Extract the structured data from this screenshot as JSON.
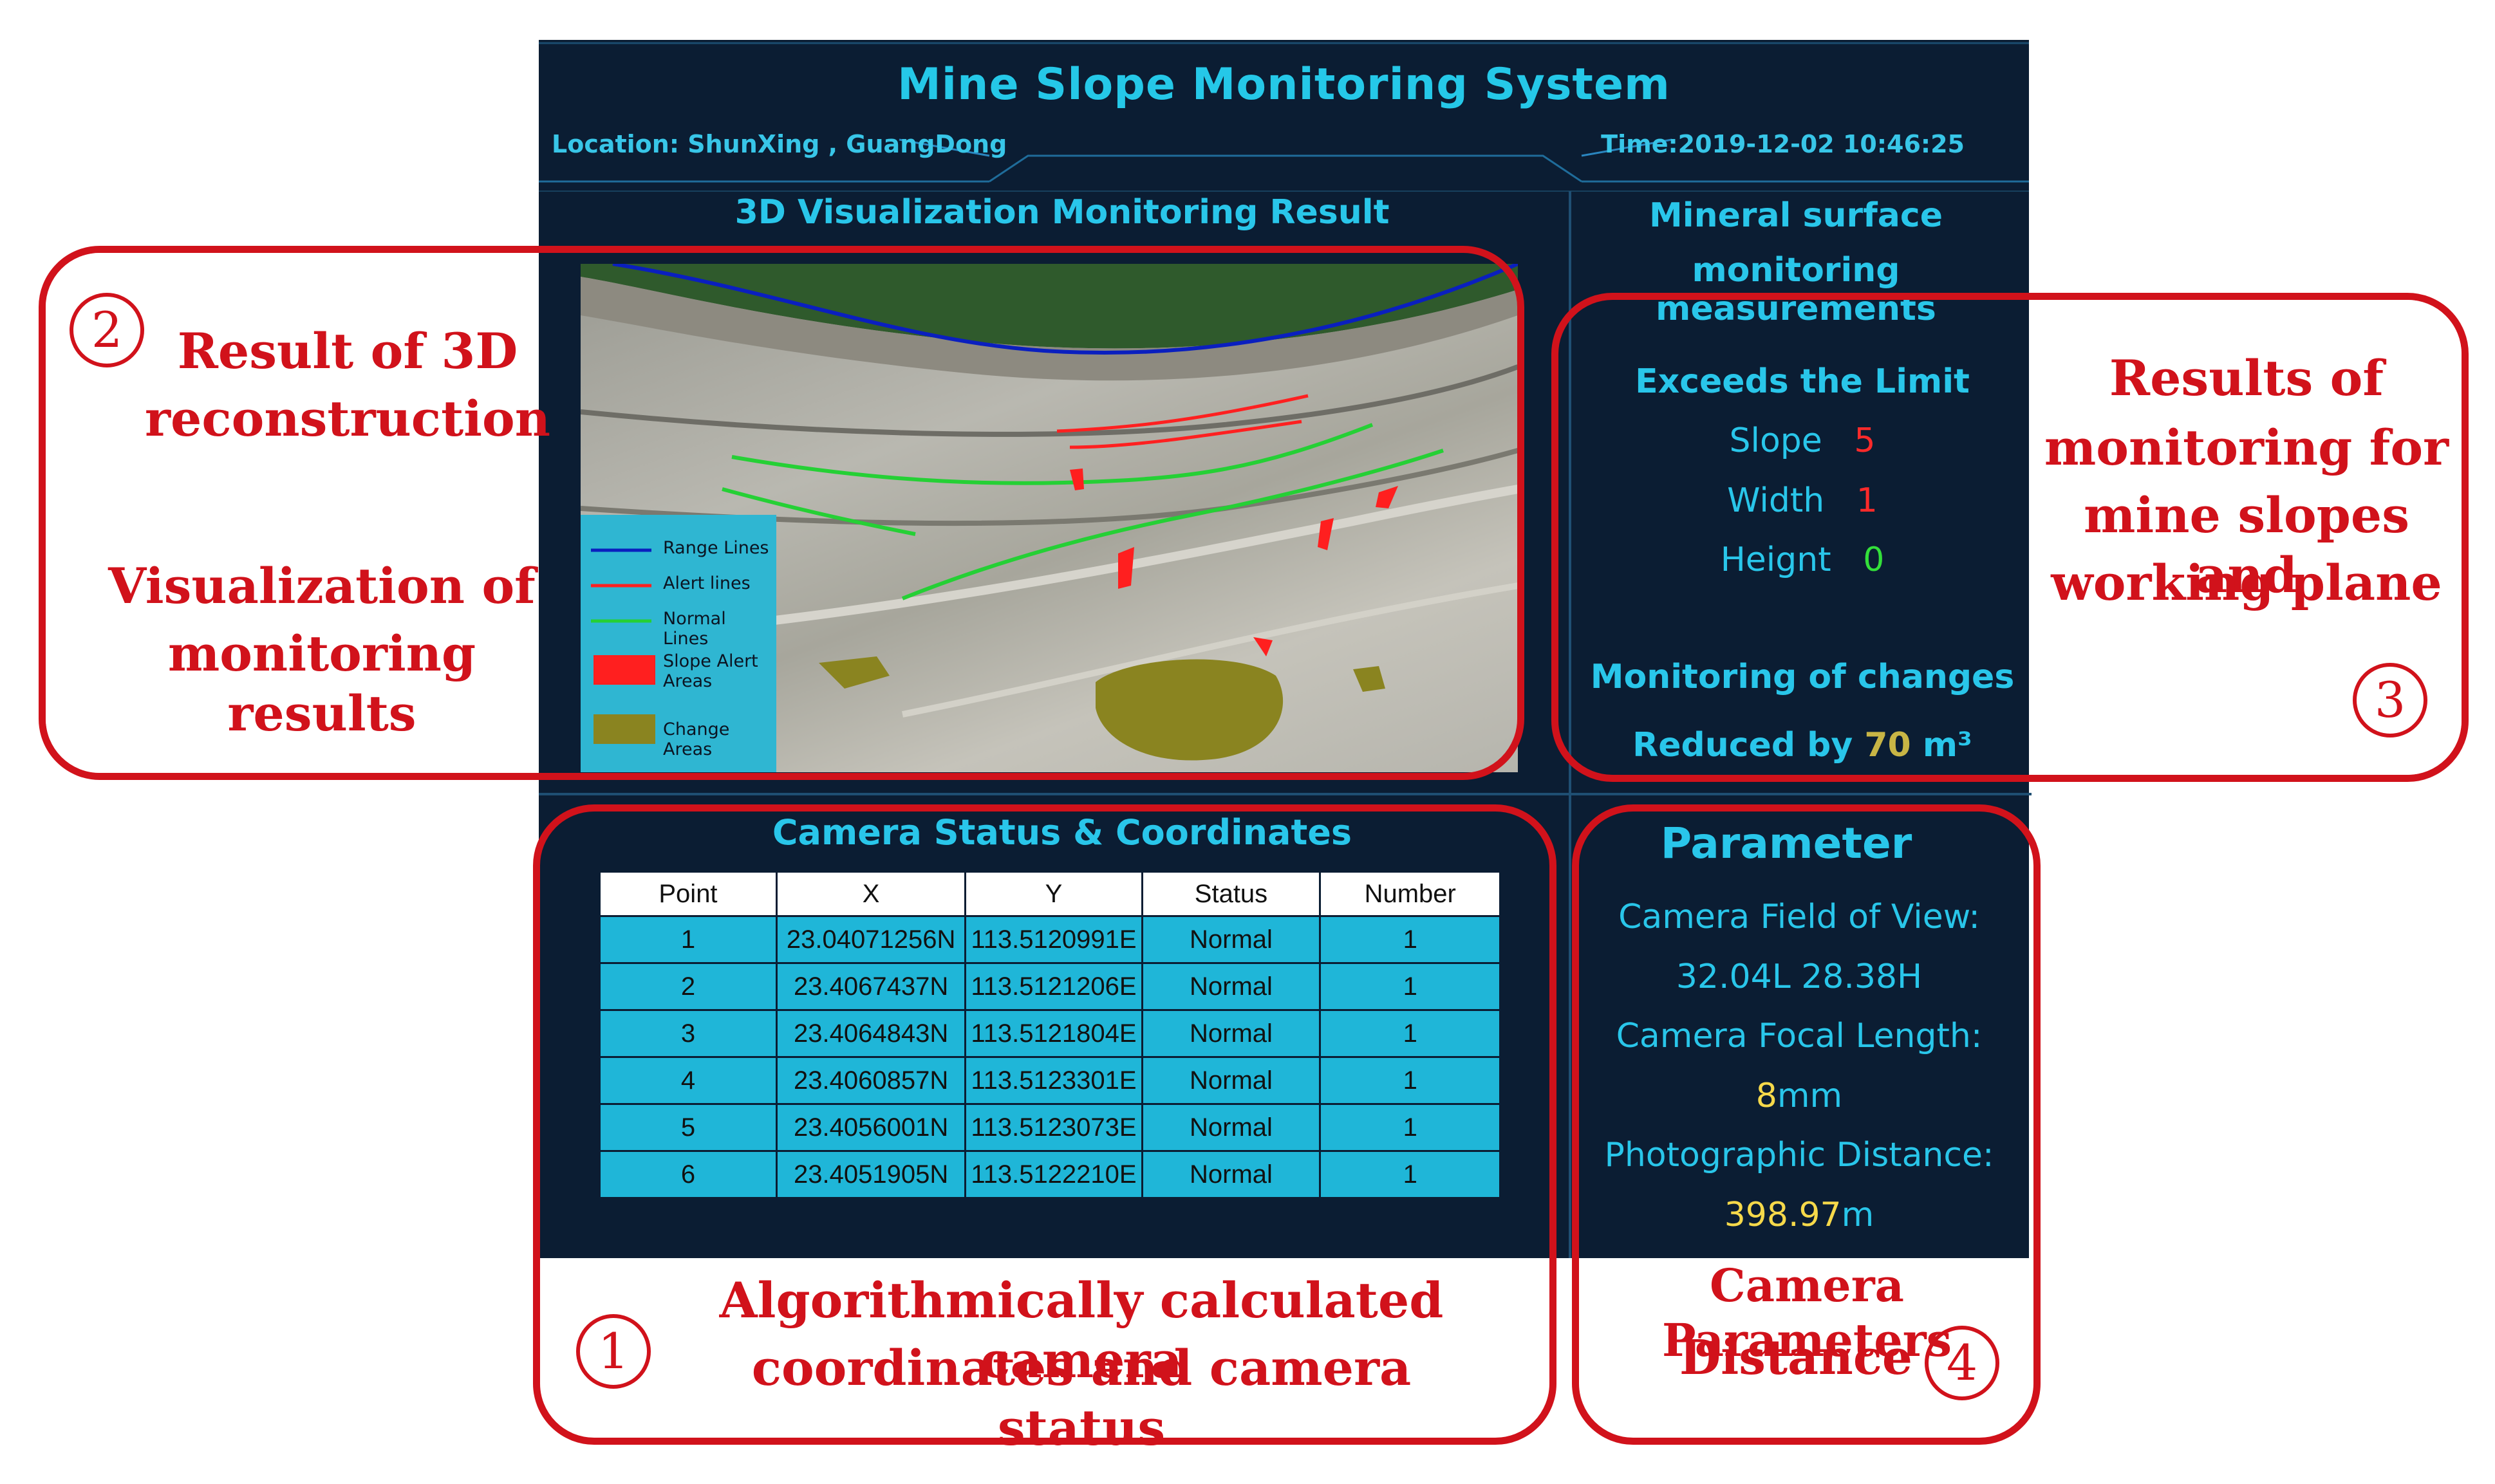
{
  "header": {
    "title": "Mine Slope Monitoring System",
    "location": "Location:  ShunXing , GuangDong",
    "time": "Time:2019-12-02 10:46:25"
  },
  "visualization": {
    "title": "3D Visualization  Monitoring Result",
    "legend": [
      {
        "label": "Range Lines",
        "color": "#0a1fbf"
      },
      {
        "label": "Alert lines",
        "color": "#ff2020"
      },
      {
        "label": "Normal Lines",
        "color": "#25d035"
      },
      {
        "label": "Slope Alert Areas",
        "color": "#ff1f1f"
      },
      {
        "label": "Change Areas",
        "color": "#8a8420"
      }
    ]
  },
  "mineral": {
    "title_line1": "Mineral surface",
    "title_line2": "monitoring measurements",
    "exceeds_title": "Exceeds the Limit",
    "slope_label": "Slope",
    "slope_value": "5",
    "width_label": "Width",
    "width_value": "1",
    "height_label": "Heignt",
    "height_value": "0",
    "changes_title": "Monitoring of changes",
    "reduced_label": "Reduced by",
    "reduced_value": "70",
    "reduced_unit": "m³"
  },
  "camera_table": {
    "title": "Camera Status & Coordinates",
    "columns": [
      "Point",
      "X",
      "Y",
      "Status",
      "Number"
    ],
    "rows": [
      [
        "1",
        "23.04071256N",
        "113.5120991E",
        "Normal",
        "1"
      ],
      [
        "2",
        "23.4067437N",
        "113.5121206E",
        "Normal",
        "1"
      ],
      [
        "3",
        "23.4064843N",
        "113.5121804E",
        "Normal",
        "1"
      ],
      [
        "4",
        "23.4060857N",
        "113.5123301E",
        "Normal",
        "1"
      ],
      [
        "5",
        "23.4056001N",
        "113.5123073E",
        "Normal",
        "1"
      ],
      [
        "6",
        "23.4051905N",
        "113.5122210E",
        "Normal",
        "1"
      ]
    ]
  },
  "parameter": {
    "title": "Parameter",
    "fov_label": "Camera Field of View:",
    "fov_value": "32.04L 28.38H",
    "focal_label": "Camera Focal Length:",
    "focal_value": "8",
    "focal_unit": "mm",
    "distance_label": "Photographic Distance:",
    "distance_value": "398.97",
    "distance_unit": "m"
  },
  "annotations": {
    "a1_num": "1",
    "a1_line1": "Algorithmically calculated camera",
    "a1_line2": "coordinates and camera status",
    "a2_num": "2",
    "a2_line1": "Result of 3D",
    "a2_line2": "reconstruction",
    "a2_line3": "Visualization of",
    "a2_line4": "monitoring results",
    "a3_num": "3",
    "a3_line1": "Results of",
    "a3_line2": "monitoring for",
    "a3_line3": "mine slopes and",
    "a3_line4": "working plane",
    "a4_num": "4",
    "a4_line1": "Camera Parameters",
    "a4_line2": "Distance"
  }
}
